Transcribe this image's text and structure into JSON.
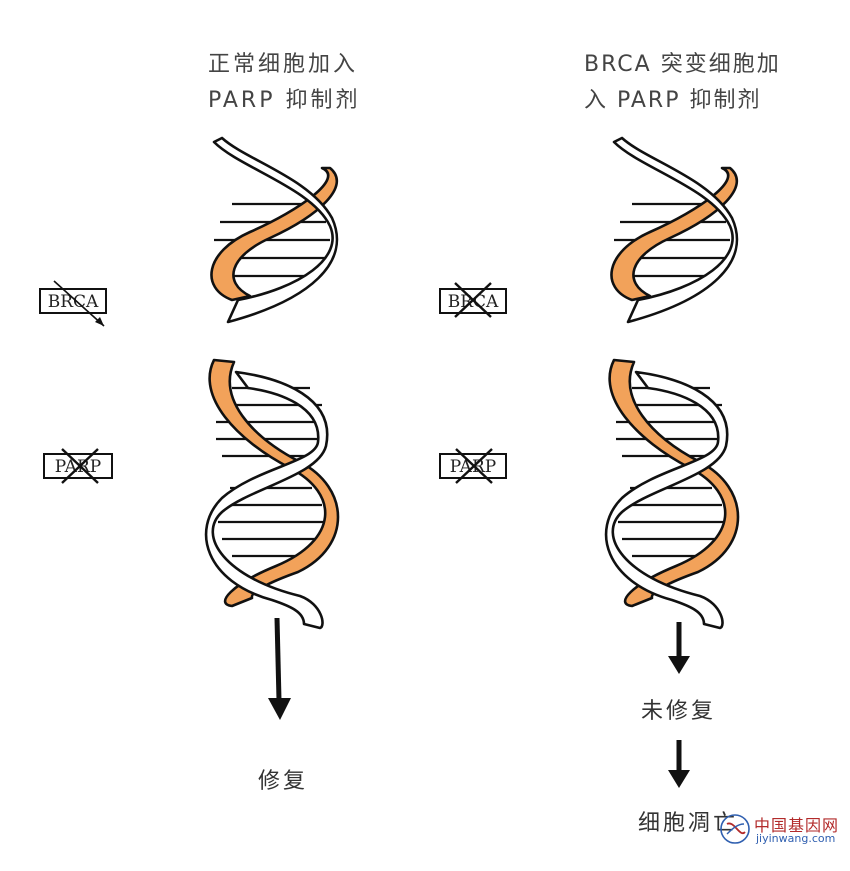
{
  "left_panel": {
    "title_line1": "正常细胞加入",
    "title_line2": "PARP 抑制剂",
    "brca_label": "BRCA",
    "parp_label": "PARP",
    "outcome": "修复"
  },
  "right_panel": {
    "title_line1": "BRCA 突变细胞加",
    "title_line2": "入 PARP 抑制剂",
    "brca_label": "BRCA",
    "parp_label": "PARP",
    "outcome1": "未修复",
    "outcome2": "细胞凋亡"
  },
  "watermark": {
    "name": "中国基因网",
    "url": "jiyinwang.com"
  },
  "colors": {
    "strand_orange": "#f2a25a",
    "outline": "#111111",
    "watermark_red": "#b22a2a",
    "watermark_blue": "#2f5fb0"
  }
}
